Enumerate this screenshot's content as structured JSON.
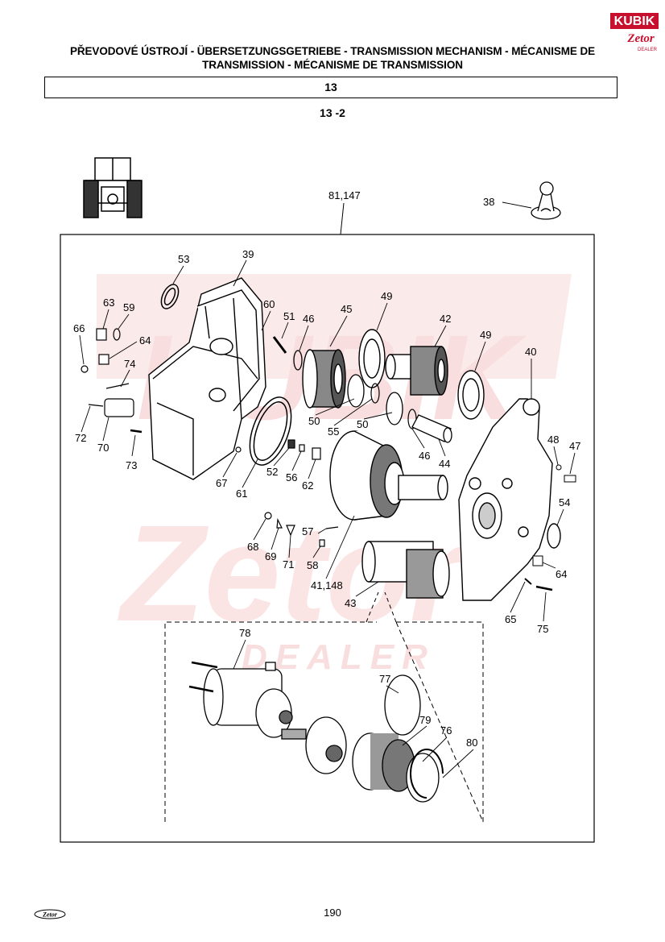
{
  "header": {
    "title_line1": "PŘEVODOVÉ ÚSTROJÍ - ÜBERSETZUNGSGETRIEBE - TRANSMISSION MECHANISM - MÉCANISME DE",
    "title_line2": "TRANSMISSION - MÉCANISME DE TRANSMISSION",
    "section": "13",
    "subsection": "13 -2"
  },
  "brand": {
    "name": "KUBIK",
    "sub": "Zetor",
    "dealer": "DEALER",
    "color": "#c8102e"
  },
  "watermark": {
    "text1": "KUBIK",
    "text2": "Zetor",
    "text3": "DEALER",
    "color": "#f6d6d6"
  },
  "diagram": {
    "assembly_label": "81,147",
    "part_labels": [
      "53",
      "39",
      "63",
      "59",
      "60",
      "51",
      "46",
      "45",
      "49",
      "42",
      "49",
      "66",
      "64",
      "74",
      "40",
      "72",
      "70",
      "73",
      "50",
      "55",
      "50",
      "46",
      "44",
      "48",
      "47",
      "67",
      "52",
      "56",
      "62",
      "61",
      "54",
      "68",
      "69",
      "71",
      "57",
      "58",
      "41,148",
      "43",
      "64",
      "65",
      "75",
      "78",
      "77",
      "79",
      "76",
      "80",
      "38"
    ]
  },
  "footer": {
    "page_number": "190",
    "logo": "Zetor"
  }
}
